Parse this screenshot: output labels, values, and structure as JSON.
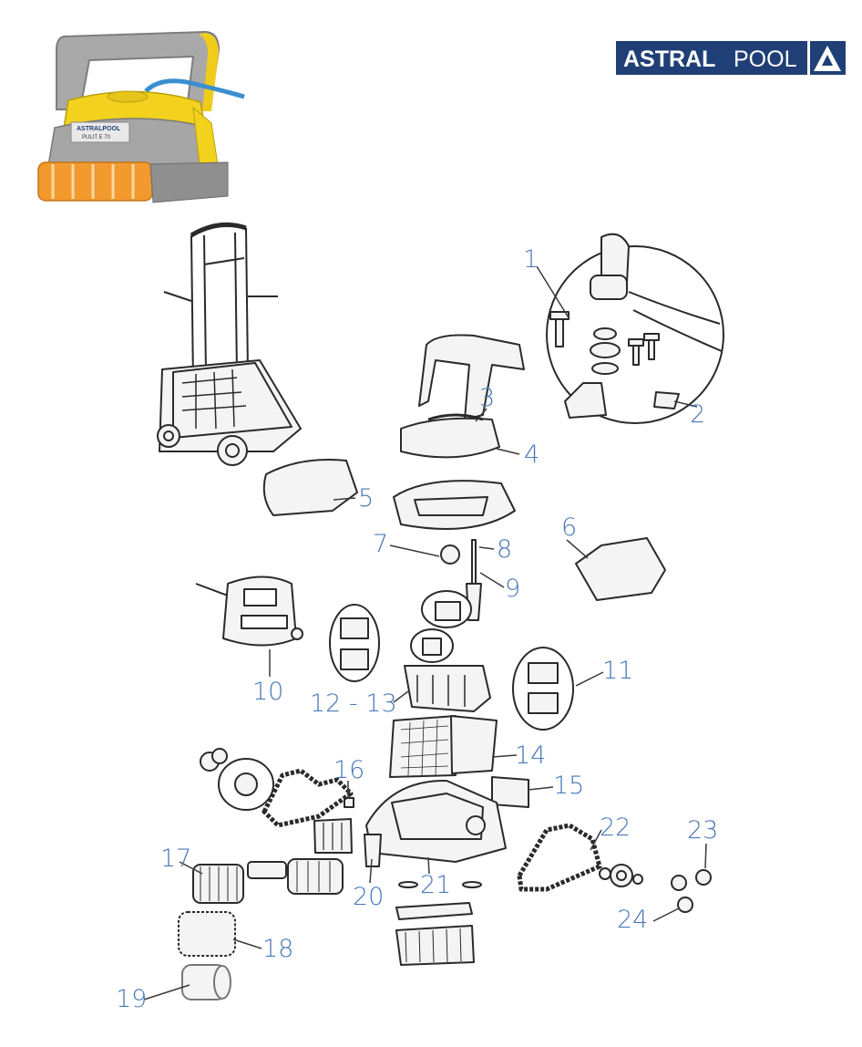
{
  "brand": {
    "logo_bold": "ASTRAL",
    "logo_light": "POOL",
    "product_label_brand": "ASTRALPOOL",
    "product_label_model": "PULIT E 70"
  },
  "diagram": {
    "callouts": [
      "1",
      "2",
      "3",
      "4",
      "5",
      "6",
      "7",
      "8",
      "9",
      "10",
      "11",
      "12 - 13",
      "14",
      "15",
      "16",
      "17",
      "18",
      "19",
      "20",
      "21",
      "22",
      "23",
      "24"
    ]
  },
  "colors": {
    "callout": "#4a7ab8",
    "logo_bg": "#1f3f76",
    "robot_yellow": "#f2d21c",
    "robot_grey": "#9a9a9a",
    "brush_orange": "#f29a2e",
    "line": "#2a2a2a"
  }
}
